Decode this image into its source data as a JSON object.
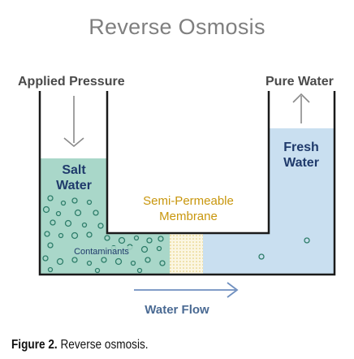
{
  "title": "Reverse Osmosis",
  "labels": {
    "applied_pressure": "Applied Pressure",
    "pure_water": "Pure Water",
    "salt_water": "Salt Water",
    "fresh_water": "Fresh Water",
    "membrane": "Semi-Permeable Membrane",
    "contaminants": "Contaminants",
    "water_flow": "Water Flow"
  },
  "caption": {
    "prefix": "Figure 2.",
    "text": "Reverse osmosis."
  },
  "colors": {
    "salt_water": "#a9d7c9",
    "fresh_water": "#c9dff0",
    "container_outline": "#1a1a1a",
    "membrane_text": "#c8960c",
    "label_blue": "#1f3a6b",
    "arrow": "#6f8fbf"
  }
}
